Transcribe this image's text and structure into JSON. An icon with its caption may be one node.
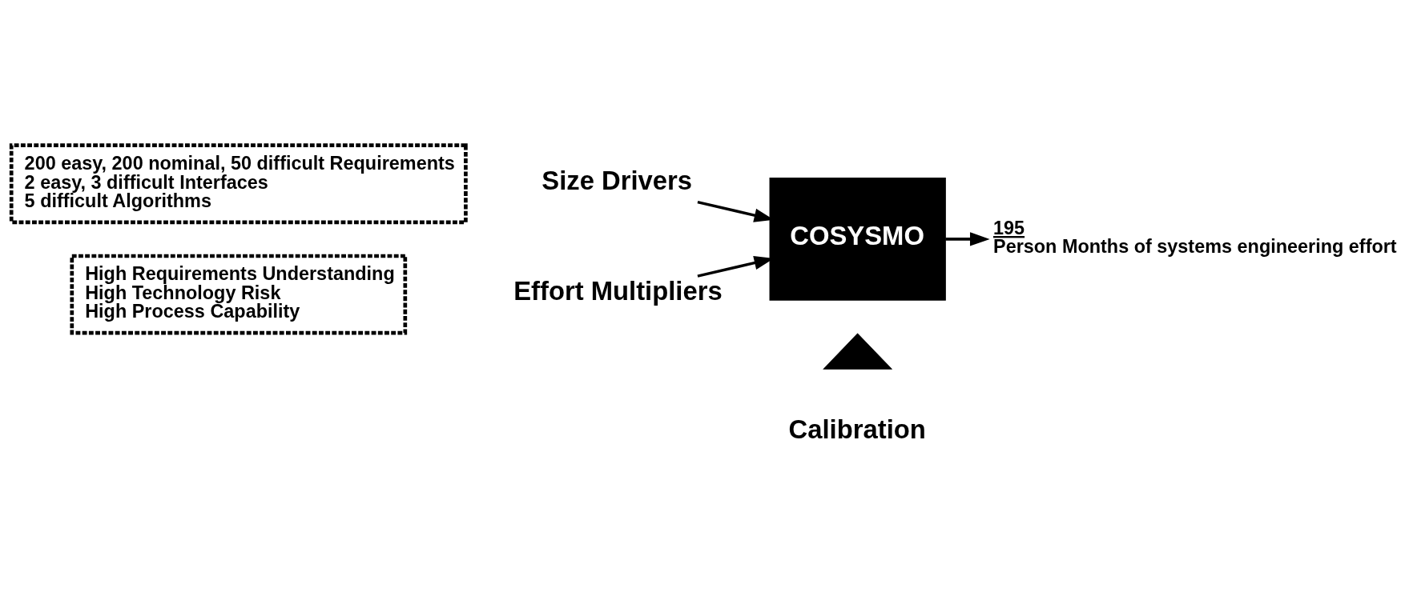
{
  "diagram": {
    "nodes": [
      {
        "text": [
          "200 easy, 200 nominal, 50 difficult Requirements",
          "2 easy, 3 difficult Interfaces",
          "5 difficult Algorithms"
        ]
      },
      {
        "text": [
          "High Requirements Understanding",
          "High Technology Risk",
          "High Process Capability"
        ]
      },
      {
        "text": [
          "Size Drivers"
        ]
      },
      {
        "text": [
          "Effort Multipliers"
        ]
      },
      {
        "text": [
          "COSYSMO"
        ]
      },
      {
        "text": [],
        "shape": "triangle",
        "beside": [
          "Calibration"
        ]
      },
      {
        "text": [
          "195",
          "Person Months of systems engineering effort"
        ]
      }
    ],
    "edges": [
      {
        "from": 2,
        "to": 4,
        "arrow": "to"
      },
      {
        "from": 3,
        "to": 4,
        "arrow": "to"
      },
      {
        "from": 4,
        "to": 6,
        "arrow": "to"
      }
    ]
  }
}
